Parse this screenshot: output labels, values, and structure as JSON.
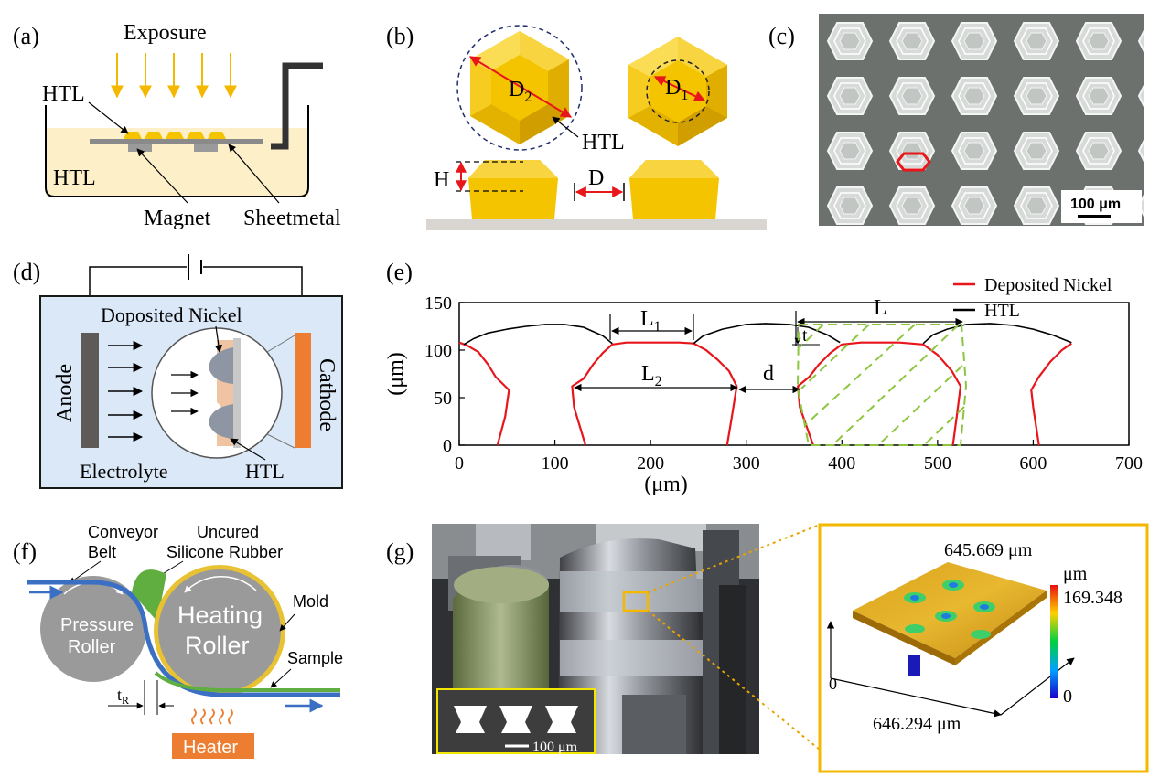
{
  "panels": {
    "a": {
      "label": "(a)",
      "exposure": "Exposure",
      "htl_top": "HTL",
      "htl_left": "HTL",
      "magnet": "Magnet",
      "sheetmetal": "Sheetmetal"
    },
    "b": {
      "label": "(b)",
      "d2_main": "D",
      "d2_sub": "2",
      "d1_main": "D",
      "d1_sub": "1",
      "htl": "HTL",
      "h": "H",
      "d": "D"
    },
    "c": {
      "label": "(c)",
      "scale": "100 μm"
    },
    "d": {
      "label": "(d)",
      "doposited": "Doposited Nickel",
      "anode": "Anode",
      "cathode": "Cathode",
      "electrolyte": "Electrolyte",
      "htl": "HTL"
    },
    "e": {
      "label": "(e)",
      "l1_main": "L",
      "l1_sub": "1",
      "l2_main": "L",
      "l2_sub": "2",
      "l": "L",
      "t": "t",
      "d": "d"
    },
    "f": {
      "label": "(f)",
      "conveyor1": "Conveyor",
      "conveyor2": "Belt",
      "uncured1": "Uncured",
      "uncured2": "Silicone Rubber",
      "pressure1": "Pressure",
      "pressure2": "Roller",
      "heating1": "Heating",
      "heating2": "Roller",
      "mold": "Mold",
      "sample": "Sample",
      "tr_main": "t",
      "tr_sub": "R",
      "heater": "Heater"
    },
    "g": {
      "label": "(g)",
      "inset_scale": "100 μm",
      "top_dim": "645.669 μm",
      "bottom_dim": "646.294 μm",
      "zero": "0",
      "cb_unit": "μm",
      "cb_max": "169.348",
      "cb_min": "0"
    }
  },
  "colors": {
    "nickel": "#e8151b",
    "htl": "#000000",
    "gold": "#f5c400",
    "arrow_yellow": "#f5b800",
    "conveyor_blue": "#3a6fc4",
    "heater_orange": "#ed7d31",
    "panel_d_bg": "#dbe8f7"
  },
  "chart_data": {
    "type": "line",
    "xlabel": "(μm)",
    "ylabel": "(μm)",
    "xlim": [
      0,
      700
    ],
    "ylim": [
      0,
      150
    ],
    "x_ticks": [
      0,
      100,
      200,
      300,
      400,
      500,
      600,
      700
    ],
    "y_ticks": [
      0,
      50,
      100,
      150
    ],
    "legend_position": "top-right",
    "series": [
      {
        "name": "Deposited Nickel",
        "color": "#e8151b",
        "segments": [
          [
            [
              0,
              108
            ],
            [
              8,
              105
            ],
            [
              20,
              98
            ],
            [
              30,
              85
            ],
            [
              38,
              72
            ],
            [
              48,
              62
            ],
            [
              52,
              58
            ],
            [
              48,
              30
            ],
            [
              40,
              0
            ]
          ],
          [
            [
              132,
              0
            ],
            [
              120,
              40
            ],
            [
              118,
              62
            ],
            [
              130,
              70
            ],
            [
              140,
              85
            ],
            [
              150,
              97
            ],
            [
              160,
              106
            ],
            [
              175,
              108
            ],
            [
              200,
              108
            ],
            [
              230,
              108
            ],
            [
              245,
              107
            ],
            [
              258,
              100
            ],
            [
              270,
              90
            ],
            [
              282,
              78
            ],
            [
              290,
              62
            ],
            [
              285,
              30
            ],
            [
              280,
              0
            ]
          ],
          [
            [
              370,
              0
            ],
            [
              356,
              40
            ],
            [
              354,
              62
            ],
            [
              366,
              72
            ],
            [
              376,
              85
            ],
            [
              388,
              97
            ],
            [
              400,
              106
            ],
            [
              420,
              108
            ],
            [
              460,
              108
            ],
            [
              485,
              106
            ],
            [
              500,
              95
            ],
            [
              515,
              78
            ],
            [
              524,
              62
            ],
            [
              520,
              30
            ],
            [
              516,
              0
            ]
          ],
          [
            [
              606,
              0
            ],
            [
              600,
              40
            ],
            [
              598,
              58
            ],
            [
              606,
              72
            ],
            [
              618,
              88
            ],
            [
              630,
              100
            ],
            [
              640,
              107
            ]
          ]
        ]
      },
      {
        "name": "HTL",
        "color": "#000000",
        "segments": [
          [
            [
              5,
              106
            ],
            [
              15,
              112
            ],
            [
              30,
              118
            ],
            [
              50,
              122
            ],
            [
              70,
              125
            ],
            [
              90,
              127
            ],
            [
              110,
              127
            ],
            [
              130,
              124
            ],
            [
              150,
              115
            ],
            [
              160,
              107
            ]
          ],
          [
            [
              245,
              107
            ],
            [
              255,
              115
            ],
            [
              275,
              122
            ],
            [
              300,
              127
            ],
            [
              320,
              128
            ],
            [
              345,
              127
            ],
            [
              365,
              124
            ],
            [
              385,
              116
            ],
            [
              398,
              108
            ]
          ],
          [
            [
              485,
              107
            ],
            [
              495,
              116
            ],
            [
              510,
              122
            ],
            [
              530,
              127
            ],
            [
              555,
              128
            ],
            [
              580,
              126
            ],
            [
              600,
              122
            ],
            [
              620,
              116
            ],
            [
              640,
              108
            ]
          ]
        ]
      }
    ],
    "annotations": [
      "L1",
      "L2",
      "L",
      "t",
      "d"
    ]
  }
}
